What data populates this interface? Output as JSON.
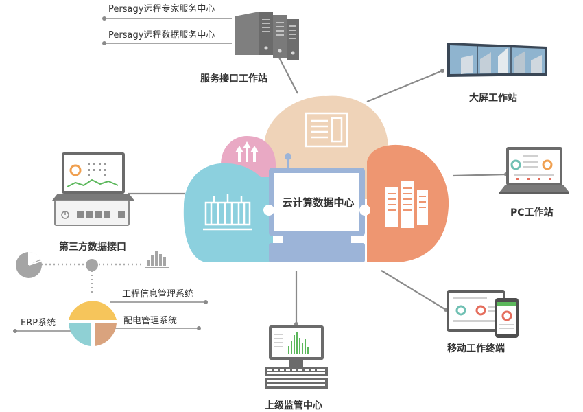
{
  "center": {
    "label": "云计算数据中心"
  },
  "nodes": {
    "service_interface": "服务接口工作站",
    "big_screen": "大屏工作站",
    "pc": "PC工作站",
    "mobile": "移动工作终端",
    "supervisor": "上级监管中心",
    "third_party": "第三方数据接口"
  },
  "servers": {
    "expert": "Persagy远程专家服务中心",
    "data": "Persagy远程数据服务中心"
  },
  "systems": {
    "engineering": "工程信息管理系统",
    "distribution": "配电管理系统",
    "erp": "ERP系统"
  },
  "colors": {
    "line": "#8a8a8a",
    "cloud_blue": "#8cd0de",
    "cloud_pink": "#e9a9c4",
    "cloud_beige": "#efd3b8",
    "cloud_orange": "#ee9671",
    "monitor_frame": "#9cb4d8",
    "pie_yellow": "#f6c55b",
    "pie_teal": "#8fd0d4",
    "pie_brown": "#d9a37e"
  }
}
